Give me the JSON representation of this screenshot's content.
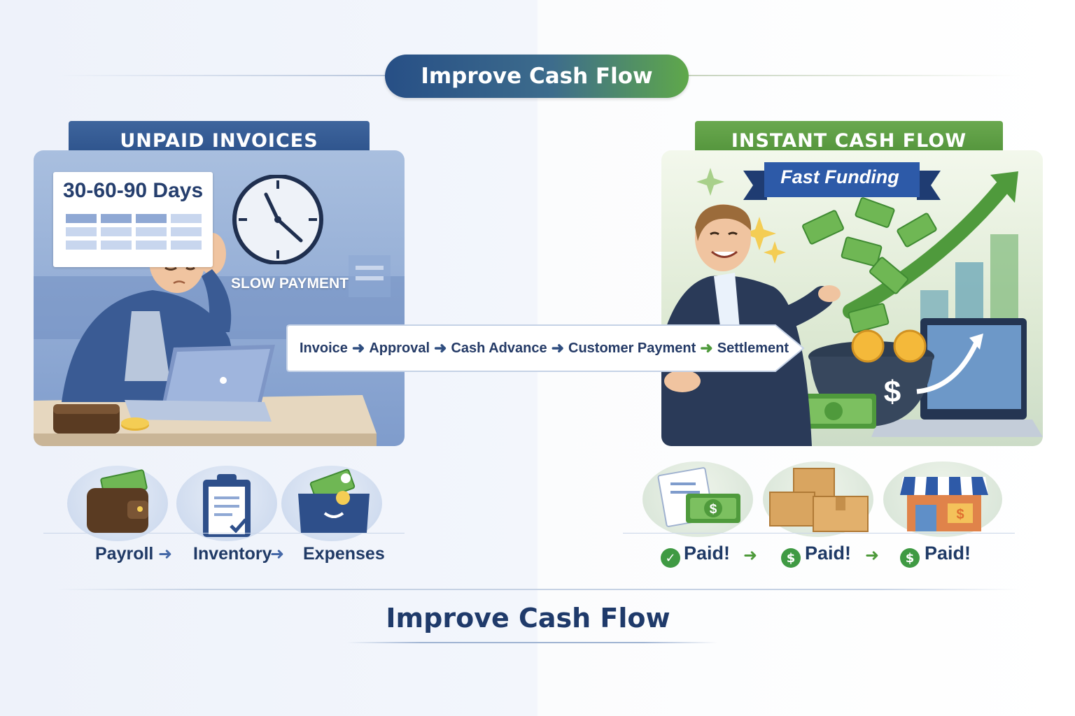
{
  "header": {
    "title": "Improve Cash Flow"
  },
  "left_section": {
    "banner": "UNPAID INVOICES",
    "calendar_text": "30-60-90 Days",
    "clock_caption": "SLOW PAYMENT",
    "flow": [
      "Payroll",
      "Inventory",
      "Expenses"
    ]
  },
  "right_section": {
    "banner": "INSTANT CASH FLOW",
    "ribbon": "Fast Funding",
    "paid": [
      "Paid!",
      "Paid!",
      "Paid!"
    ]
  },
  "process": {
    "steps": [
      "Invoice",
      "Approval",
      "Cash Advance",
      "Customer Payment",
      "Settlement"
    ]
  },
  "footer": {
    "title": "Improve Cash Flow"
  },
  "icons": {
    "left": [
      "wallet-icon",
      "clipboard-icon",
      "money-pouch-icon"
    ],
    "right": [
      "invoice-cash-icon",
      "boxes-icon",
      "storefront-icon"
    ],
    "badges": [
      "check-icon",
      "dollar-coin-icon",
      "dollar-coin-icon"
    ]
  },
  "colors": {
    "brand_blue": "#2b5089",
    "brand_green": "#4f9138",
    "text_navy": "#1f3a6a"
  }
}
